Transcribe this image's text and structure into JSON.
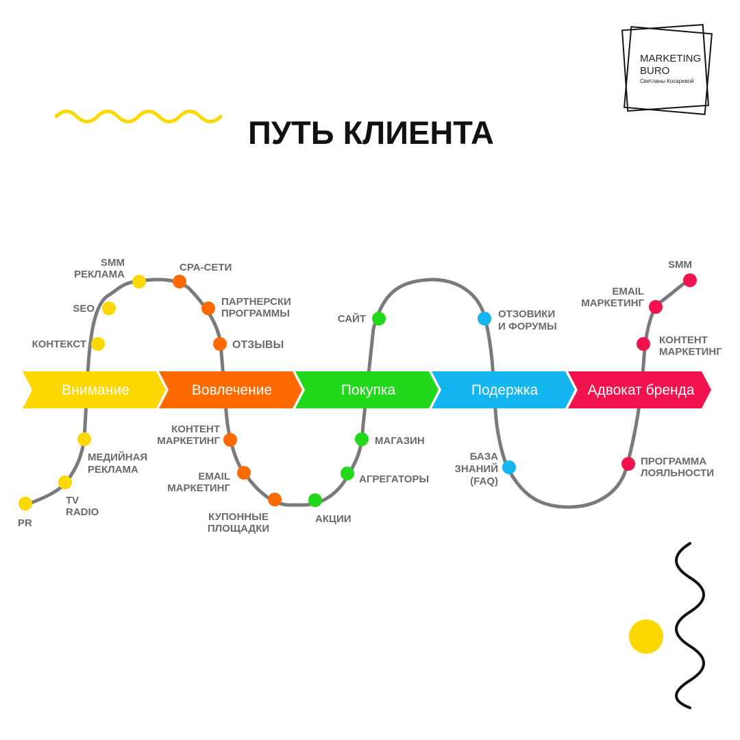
{
  "title": "ПУТЬ КЛИЕНТА",
  "logo": {
    "line1": "MARKETING",
    "line2": "BURO",
    "line3": "Светланы Косаревой"
  },
  "colors": {
    "yellow": "#fcd800",
    "orange": "#ff6a00",
    "green": "#22d81a",
    "blue": "#14b6f0",
    "pink": "#f0134d",
    "path": "#7a7a7a"
  },
  "stages": [
    {
      "label": "Внимание",
      "color": "#fcd800"
    },
    {
      "label": "Вовлечение",
      "color": "#ff6a00"
    },
    {
      "label": "Покупка",
      "color": "#22d81a"
    },
    {
      "label": "Подержка",
      "color": "#14b6f0"
    },
    {
      "label": "Адвокат бренда",
      "color": "#f0134d"
    }
  ],
  "touchpoints": {
    "pr": "PR",
    "tv_radio": [
      "TV",
      "RADIO"
    ],
    "media": [
      "МЕДИЙНАЯ",
      "РЕКЛАМА"
    ],
    "context": "КОНТЕКСТ",
    "seo": "SEO",
    "smm_ads": [
      "SMM",
      "РЕКЛАМА"
    ],
    "cpa": "CPA-СЕТИ",
    "partners": [
      "ПАРТНЕРСКИ",
      "ПРОГРАММЫ"
    ],
    "reviews": "ОТЗЫВЫ",
    "content_mkt": [
      "КОНТЕНТ",
      "МАРКЕТИНГ"
    ],
    "email_mkt": [
      "EMAIL",
      "МАРКЕТИНГ"
    ],
    "coupons": [
      "КУПОННЫЕ",
      "ПЛОЩАДКИ"
    ],
    "promos": "АКЦИИ",
    "aggregators": "АГРЕГАТОРЫ",
    "store": "МАГАЗИН",
    "site": "САЙТ",
    "forums": [
      "ОТЗОВИКИ",
      "И ФОРУМЫ"
    ],
    "kb": [
      "БАЗА",
      "ЗНАНИЙ",
      "(FAQ)"
    ],
    "loyalty": [
      "ПРОГРАММА",
      "ЛОЯЛЬНОСТИ"
    ],
    "content_mkt2": [
      "КОНТЕНТ",
      "МАРКЕТИНГ"
    ],
    "email_mkt2": [
      "EMAIL",
      "МАРКЕТИНГ"
    ],
    "smm": "SMM"
  }
}
